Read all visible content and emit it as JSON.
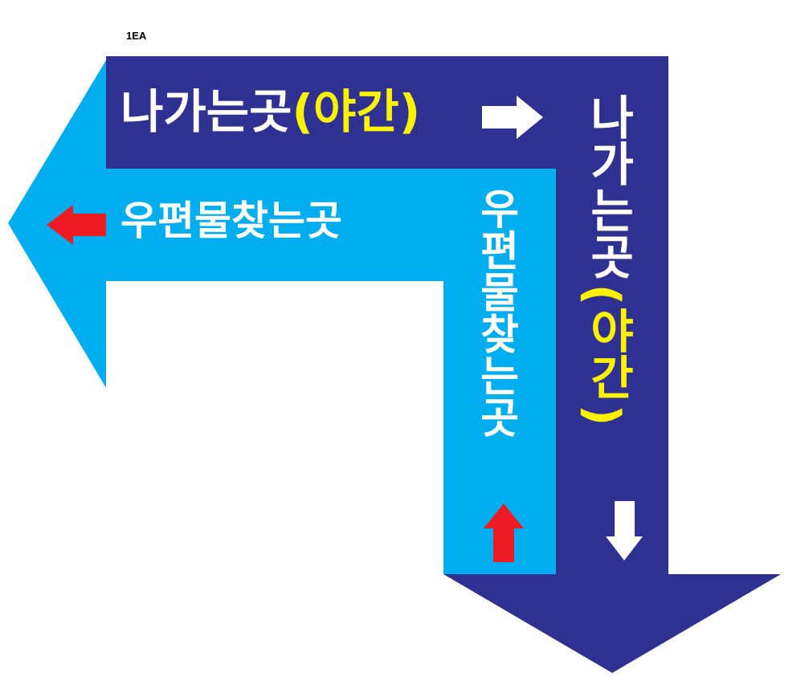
{
  "quantity_label": "1EA",
  "colors": {
    "dark_blue": "#2e3192",
    "light_blue": "#00aeef",
    "white_arrow": "#ffffff",
    "red_arrow": "#ed1c24",
    "yellow_text": "#fff200",
    "white_text": "#ffffff"
  },
  "exit": {
    "word": "나가는곳",
    "night": "(야간)",
    "vertical_chars": [
      "나",
      "가",
      "는",
      "곳"
    ],
    "vertical_night_chars": [
      "야",
      "간"
    ]
  },
  "mail": {
    "text": "우편물찾는곳",
    "vertical_chars": [
      "우",
      "편",
      "물",
      "찾",
      "는",
      "곳"
    ]
  },
  "icons": {
    "top_arrow": "white-right-arrow-icon",
    "down_arrow": "white-down-arrow-icon",
    "left_arrow": "red-left-arrow-icon",
    "up_arrow": "red-up-arrow-icon"
  }
}
